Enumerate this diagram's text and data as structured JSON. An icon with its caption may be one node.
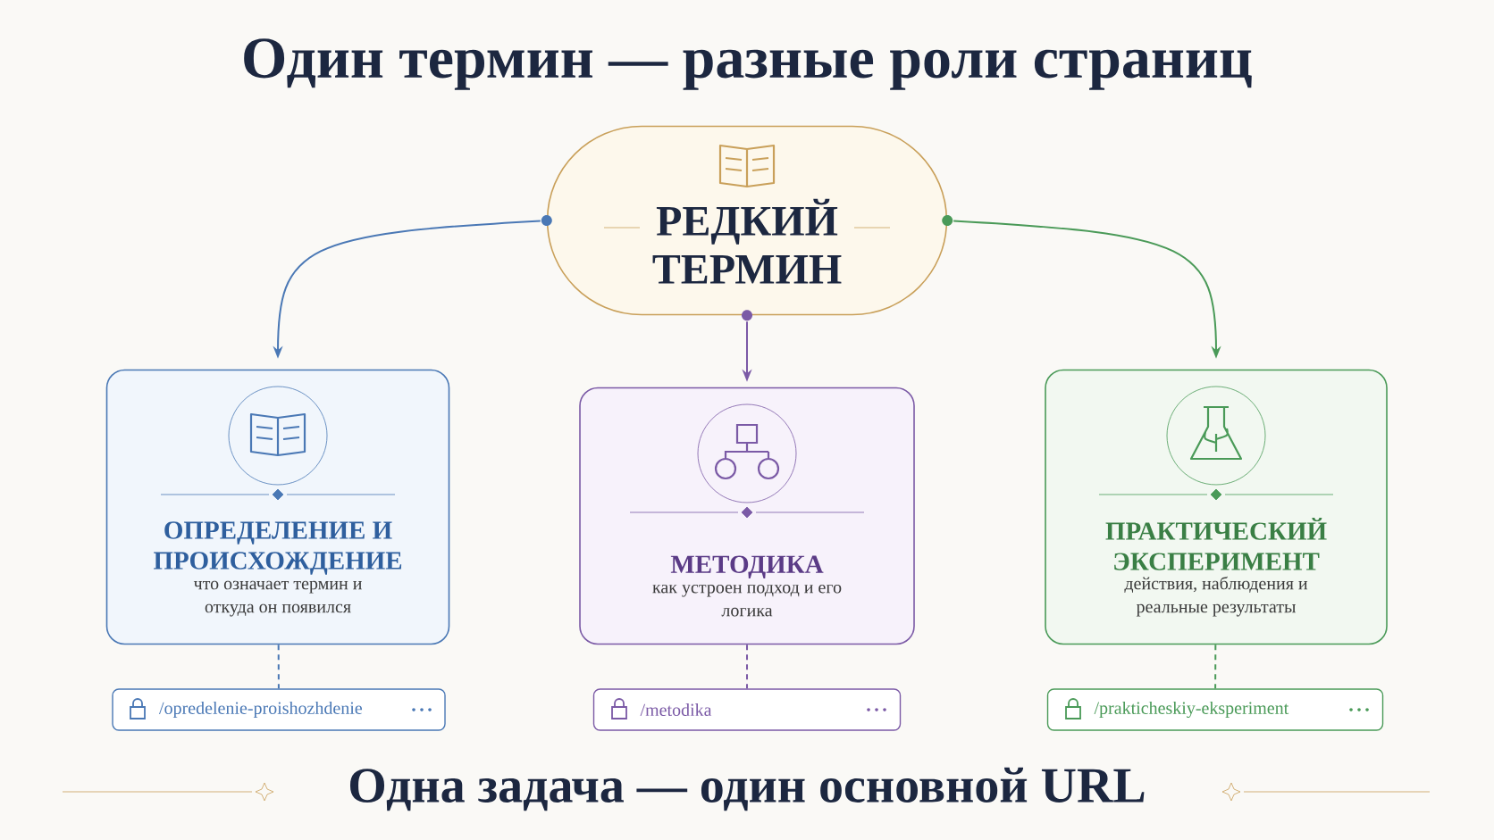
{
  "diagram": {
    "title": "Один термин — разные роли страниц",
    "caption": "Одна задача — один основной URL",
    "nodes": [
      {
        "text": [
          "РЕДКИЙ ТЕРМИН"
        ]
      },
      {
        "text": [
          "ОПРЕДЕЛЕНИЕ И ПРОИСХОЖДЕНИЕ",
          "что означает термин и откуда он появился"
        ]
      },
      {
        "text": [
          "МЕТОДИКА",
          "как устроен подход и его логика"
        ]
      },
      {
        "text": [
          "ПРАКТИЧЕСКИЙ ЭКСПЕРИМЕНТ",
          "действия, наблюдения и реальные результаты"
        ]
      },
      {
        "text": [
          "/opredelenie-proishozhdenie"
        ]
      },
      {
        "text": [
          "/metodika"
        ]
      },
      {
        "text": [
          "/prakticheskiy-eksperiment"
        ]
      }
    ],
    "edges": [
      {
        "from": 0,
        "to": 1,
        "arrow": "to",
        "color": "#4a78b5"
      },
      {
        "from": 0,
        "to": 2,
        "arrow": "to",
        "color": "#7b5aa6"
      },
      {
        "from": 0,
        "to": 3,
        "arrow": "to",
        "color": "#4a9a58"
      },
      {
        "from": 1,
        "to": 4,
        "arrow": "none",
        "style": "dashed",
        "color": "#4a78b5"
      },
      {
        "from": 2,
        "to": 5,
        "arrow": "none",
        "style": "dashed",
        "color": "#7b5aa6"
      },
      {
        "from": 3,
        "to": 6,
        "arrow": "none",
        "style": "dashed",
        "color": "#4a9a58"
      }
    ]
  }
}
